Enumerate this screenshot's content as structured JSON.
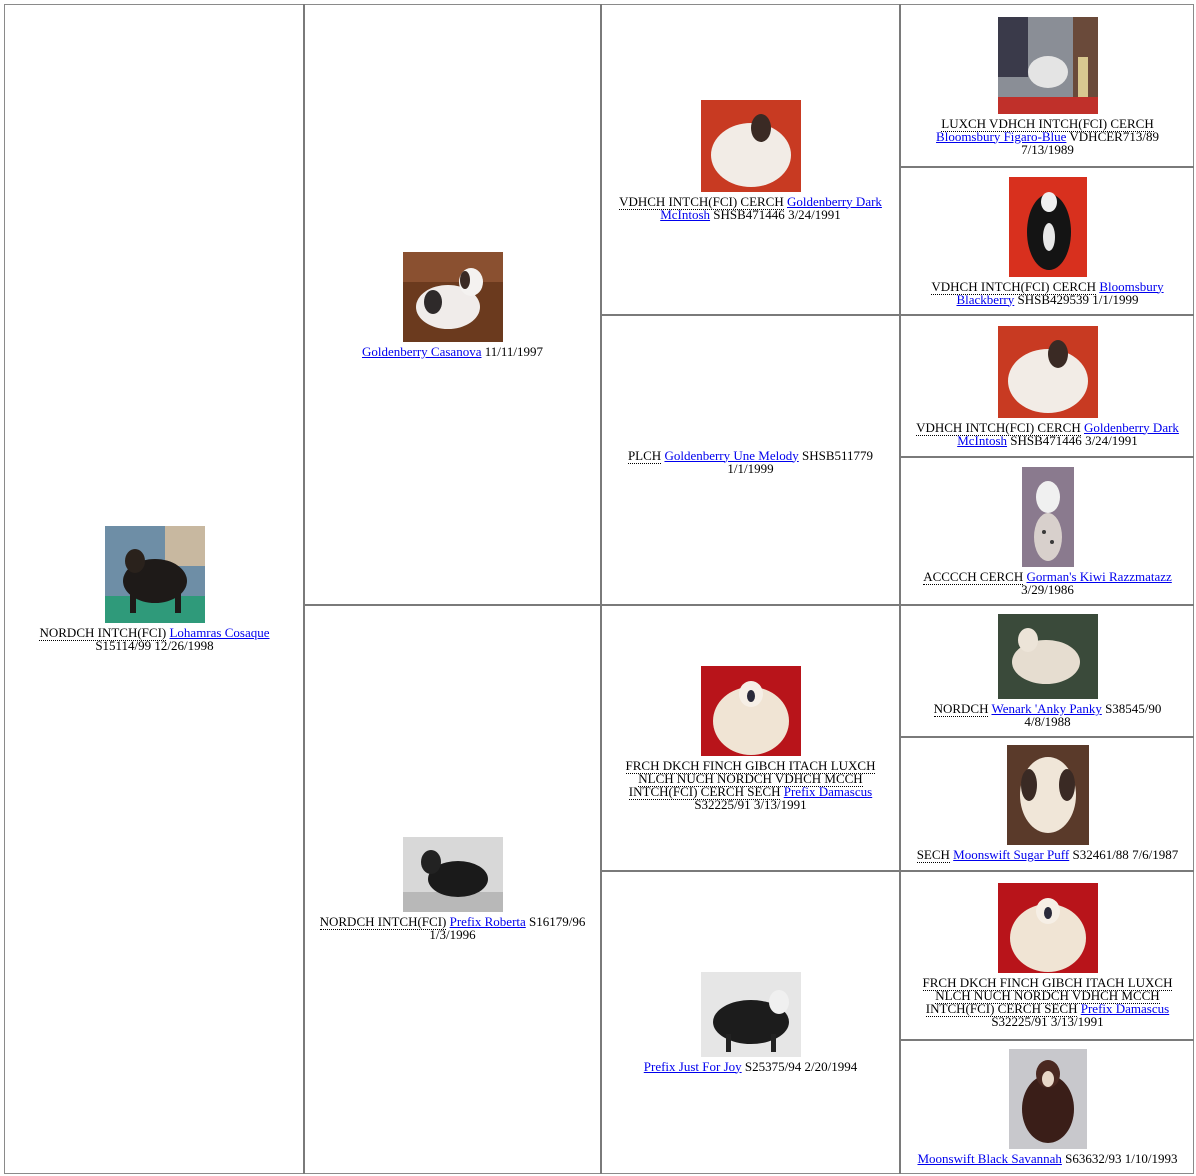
{
  "pedigree": {
    "gen1": {
      "titles": "NORDCH INTCH(FCI)",
      "name": "Lohamras Cosaque",
      "reg": "S15114/99",
      "date": "12/26/1998",
      "photo": "dog-photo"
    },
    "sire": {
      "titles": "",
      "name": "Goldenberry Casanova",
      "reg": "",
      "date": "11/11/1997",
      "photo": "dog-photo"
    },
    "dam": {
      "titles": "NORDCH INTCH(FCI)",
      "name": "Prefix Roberta",
      "reg": "S16179/96",
      "date": "1/3/1996",
      "photo": "dog-photo"
    },
    "gen3": [
      {
        "titles": "VDHCH INTCH(FCI) CERCH",
        "name": "Goldenberry Dark McIntosh",
        "reg": "SHSB471446",
        "date": "3/24/1991"
      },
      {
        "titles": "PLCH",
        "name": "Goldenberry Une Melody",
        "reg": "SHSB511779",
        "date": "1/1/1999"
      },
      {
        "titles": "FRCH DKCH FINCH GIBCH ITACH LUXCH NLCH NUCH NORDCH VDHCH MCCH INTCH(FCI) CERCH SECH",
        "name": "Prefix Damascus",
        "reg": "S32225/91",
        "date": "3/13/1991"
      },
      {
        "titles": "",
        "name": "Prefix Just For Joy",
        "reg": "S25375/94",
        "date": "2/20/1994"
      }
    ],
    "gen4": [
      {
        "titles": "LUXCH VDHCH INTCH(FCI) CERCH",
        "name": "Bloomsbury Figaro-Blue",
        "reg": "VDHCER713/89",
        "date": "7/13/1989"
      },
      {
        "titles": "VDHCH INTCH(FCI) CERCH",
        "name": "Bloomsbury Blackberry",
        "reg": "SHSB429539",
        "date": "1/1/1999"
      },
      {
        "titles": "VDHCH INTCH(FCI) CERCH",
        "name": "Goldenberry Dark McIntosh",
        "reg": "SHSB471446",
        "date": "3/24/1991"
      },
      {
        "titles": "ACCCCH CERCH",
        "name": "Gorman's Kiwi Razzmatazz",
        "reg": "",
        "date": "3/29/1986"
      },
      {
        "titles": "NORDCH",
        "name": "Wenark 'Anky Panky",
        "reg": "S38545/90",
        "date": "4/8/1988"
      },
      {
        "titles": "SECH",
        "name": "Moonswift Sugar Puff",
        "reg": "S32461/88",
        "date": "7/6/1987"
      },
      {
        "titles": "FRCH DKCH FINCH GIBCH ITACH LUXCH NLCH NUCH NORDCH VDHCH MCCH INTCH(FCI) CERCH SECH",
        "name": "Prefix Damascus",
        "reg": "S32225/91",
        "date": "3/13/1991"
      },
      {
        "titles": "",
        "name": "Moonswift Black Savannah",
        "reg": "S63632/93",
        "date": "1/10/1993"
      }
    ]
  },
  "colors": {
    "link": "#0000ee",
    "border": "#7a7a7a",
    "photo_red_bg": "#c8281e",
    "photo_dark": "#2a2a2a"
  }
}
